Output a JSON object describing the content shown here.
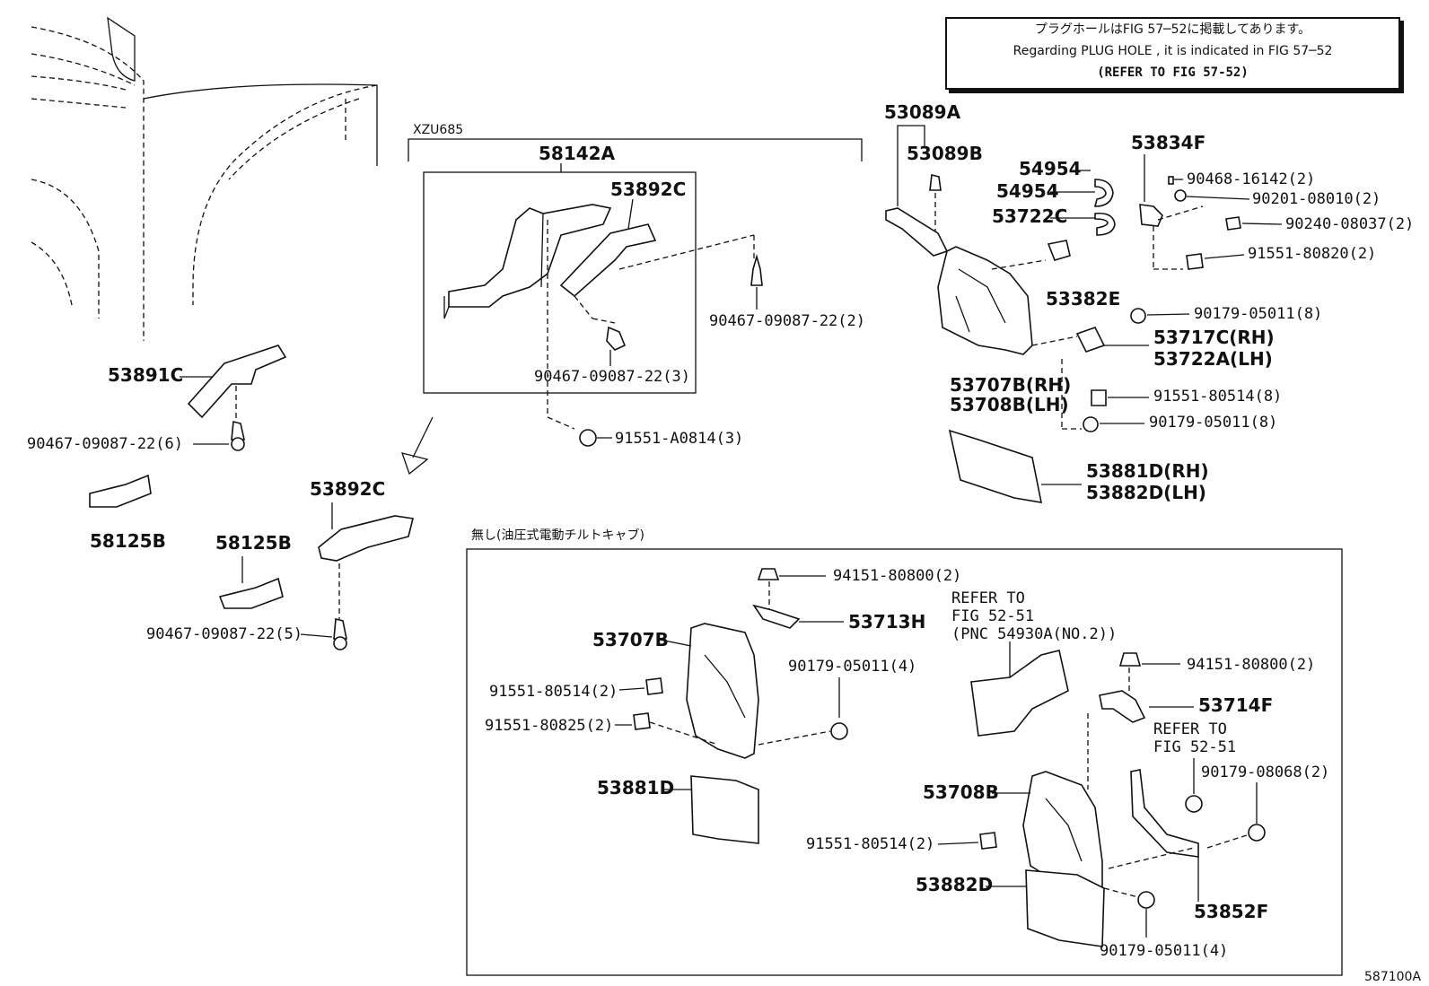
{
  "note": {
    "line1": "プラグホールはFIG 57─52に掲載してあります。",
    "line2": "Regarding PLUG HOLE , it is indicated in FIG 57─52",
    "line3": "(REFER TO FIG 57-52)"
  },
  "groups": {
    "xzu": "XZU685",
    "tilt_cab": "無し(油圧式電動チルトキャブ)"
  },
  "figure_id": "587100A",
  "parts": {
    "p58142A": "58142A",
    "p53892C_a": "53892C",
    "p90467_2": "90467-09087-22(2)",
    "p90467_3": "90467-09087-22(3)",
    "p91551_A0814": "91551-A0814(3)",
    "p53891C": "53891C",
    "p90467_6": "90467-09087-22(6)",
    "p58125B_a": "58125B",
    "p58125B_b": "58125B",
    "p53892C_b": "53892C",
    "p90467_5": "90467-09087-22(5)",
    "p53089A": "53089A",
    "p53089B": "53089B",
    "p54954_a": "54954",
    "p54954_b": "54954",
    "p53722C": "53722C",
    "p53834F": "53834F",
    "p90468": "90468-16142(2)",
    "p90201": "90201-08010(2)",
    "p90240": "90240-08037(2)",
    "p91551_80820": "91551-80820(2)",
    "p53382E": "53382E",
    "p90179_8a": "90179-05011(8)",
    "p53717C": "53717C(RH)",
    "p53722A": "53722A(LH)",
    "p53707B_RH": "53707B(RH)",
    "p53708B_LH": "53708B(LH)",
    "p91551_80514_8": "91551-80514(8)",
    "p90179_8b": "90179-05011(8)",
    "p53881D_RH": "53881D(RH)",
    "p53882D_LH": "53882D(LH)",
    "p94151_a": "94151-80800(2)",
    "p53713H": "53713H",
    "p53707B": "53707B",
    "p91551_80514_2a": "91551-80514(2)",
    "p91551_80825": "91551-80825(2)",
    "p90179_4a": "90179-05011(4)",
    "p53881D": "53881D",
    "ref1_a": "REFER TO",
    "ref1_b": "FIG 52-51",
    "ref1_c": "(PNC 54930A(NO.2))",
    "p94151_b": "94151-80800(2)",
    "p53714F": "53714F",
    "ref2_a": "REFER TO",
    "ref2_b": "FIG 52-51",
    "p90179_08068": "90179-08068(2)",
    "p53708B": "53708B",
    "p91551_80514_2b": "91551-80514(2)",
    "p53882D": "53882D",
    "p53852F": "53852F",
    "p90179_4b": "90179-05011(4)"
  }
}
